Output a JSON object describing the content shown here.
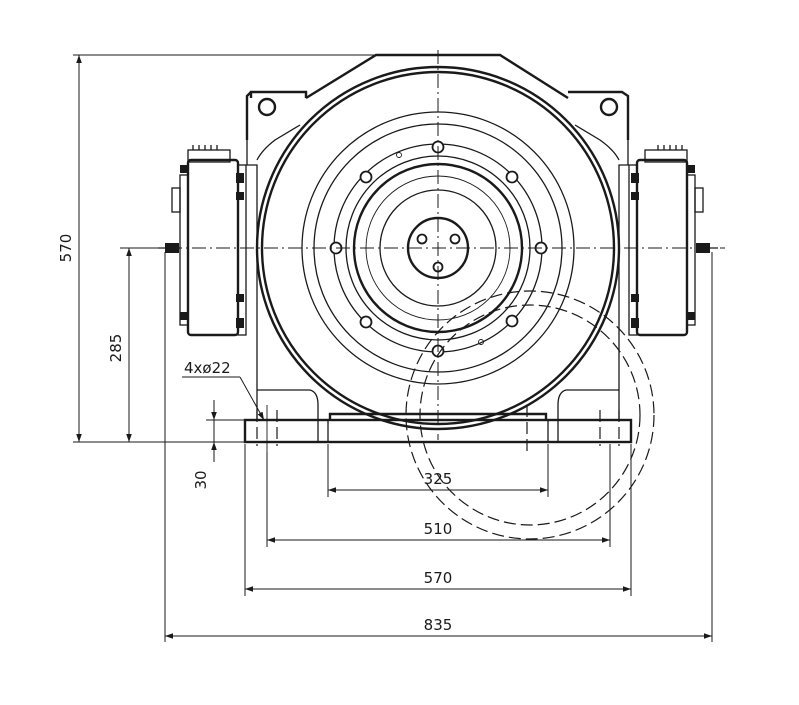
{
  "dimensions": {
    "overall_height": "570",
    "shaft_center_height": "285",
    "foot_thickness": "30",
    "mounting_holes": "4xø22",
    "foot_opening": "325",
    "hole_spacing": "510",
    "base_width": "570",
    "overall_width": "835"
  }
}
